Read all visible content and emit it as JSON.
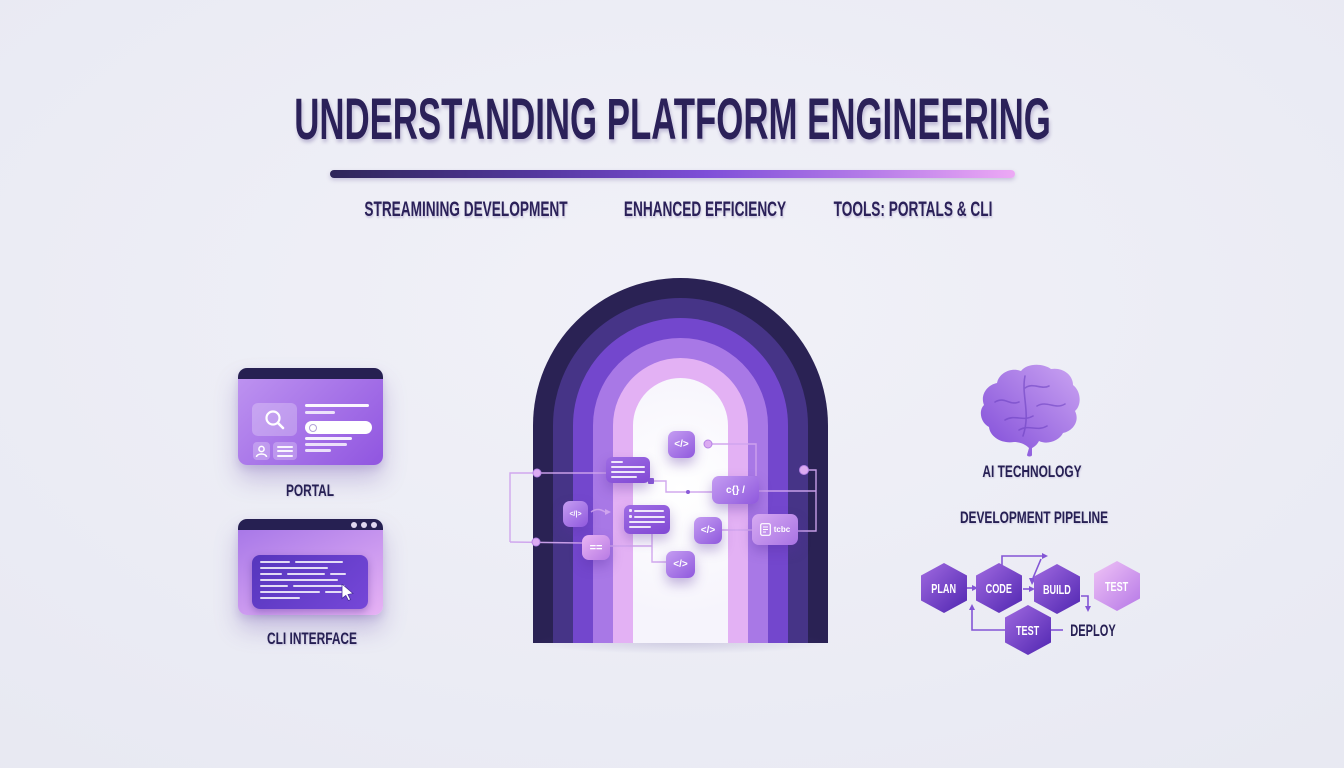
{
  "title": "UNDERSTANDING PLATFORM ENGINEERING",
  "subtitles": [
    "STREAMINING DEVELOPMENT",
    "ENHANCED EFFICIENCY",
    "TOOLS: PORTALS & CLI"
  ],
  "portal": {
    "label": "PORTAL"
  },
  "cli": {
    "label": "CLI INTERFACE"
  },
  "ai": {
    "label": "AI TECHNOLOGY"
  },
  "pipeline": {
    "label": "DEVELOPMENT PIPELINE",
    "hexes": [
      "PLAN",
      "CODE",
      "BUILD",
      "TEST",
      "TEST"
    ],
    "deploy": "DEPLOY"
  },
  "arch": {
    "icons": [
      {
        "id": "code-top",
        "glyph": "</>"
      },
      {
        "id": "braces",
        "glyph": "c{} /"
      },
      {
        "id": "code-small",
        "glyph": "</|>"
      },
      {
        "id": "equals",
        "glyph": "=="
      },
      {
        "id": "code-mid",
        "glyph": "</>"
      },
      {
        "id": "doc",
        "glyph": "tcbc"
      },
      {
        "id": "code-bottom",
        "glyph": "</>"
      }
    ]
  },
  "colors": {
    "background": "#e9eaf3",
    "title_navy": "#2b2159",
    "divider_start": "#2e2659",
    "divider_mid": "#7e4fd8",
    "divider_end": "#eda9f5",
    "arch_rings": [
      "#2a2254",
      "#463487",
      "#7347cd",
      "#a878e6",
      "#e3b1f4"
    ],
    "hex_purple_dark": "#5c30b8",
    "hex_purple_light": "#a06ae0",
    "hex_pink_light": "#f0c4f6",
    "connector": "#cfa4ee"
  }
}
